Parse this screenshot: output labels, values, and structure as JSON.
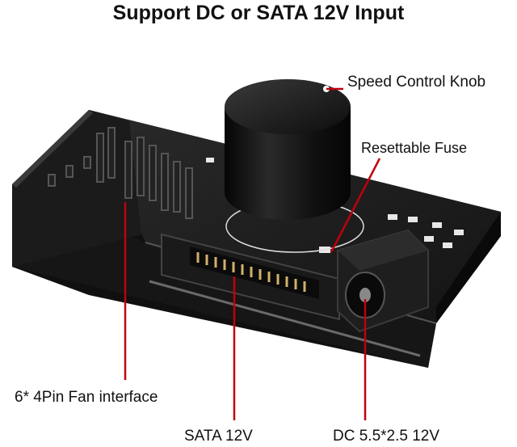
{
  "title": "Support DC or SATA 12V Input",
  "callouts": {
    "knob": "Speed Control Knob",
    "fuse": "Resettable Fuse",
    "fan": "6* 4Pin Fan interface",
    "sata": "SATA 12V",
    "dc": "DC 5.5*2.5 12V"
  },
  "colors": {
    "leader_line": "#c0000e",
    "board": "#1c1c1c",
    "background": "#ffffff"
  }
}
